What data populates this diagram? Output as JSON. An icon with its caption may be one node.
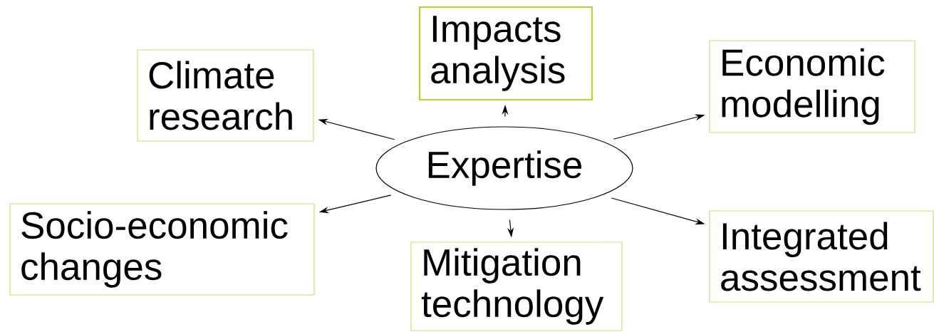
{
  "diagram": {
    "nodes": [
      {
        "text": [
          "Impacts analysis"
        ]
      },
      {
        "text": [
          "Climate research"
        ]
      },
      {
        "text": [
          "Economic modelling"
        ]
      },
      {
        "text": [
          "Expertise"
        ]
      },
      {
        "text": [
          "Socio-economic changes"
        ]
      },
      {
        "text": [
          "Integrated assessment"
        ]
      },
      {
        "text": [
          "Mitigation technology"
        ]
      }
    ],
    "edges": [
      {
        "from": 3,
        "to": 1,
        "arrow": "to"
      },
      {
        "from": 3,
        "to": 0,
        "arrow": "to"
      },
      {
        "from": 3,
        "to": 2,
        "arrow": "to"
      },
      {
        "from": 3,
        "to": 4,
        "arrow": "to"
      },
      {
        "from": 3,
        "to": 5,
        "arrow": "to"
      },
      {
        "from": 3,
        "to": 6,
        "arrow": "to"
      }
    ]
  }
}
